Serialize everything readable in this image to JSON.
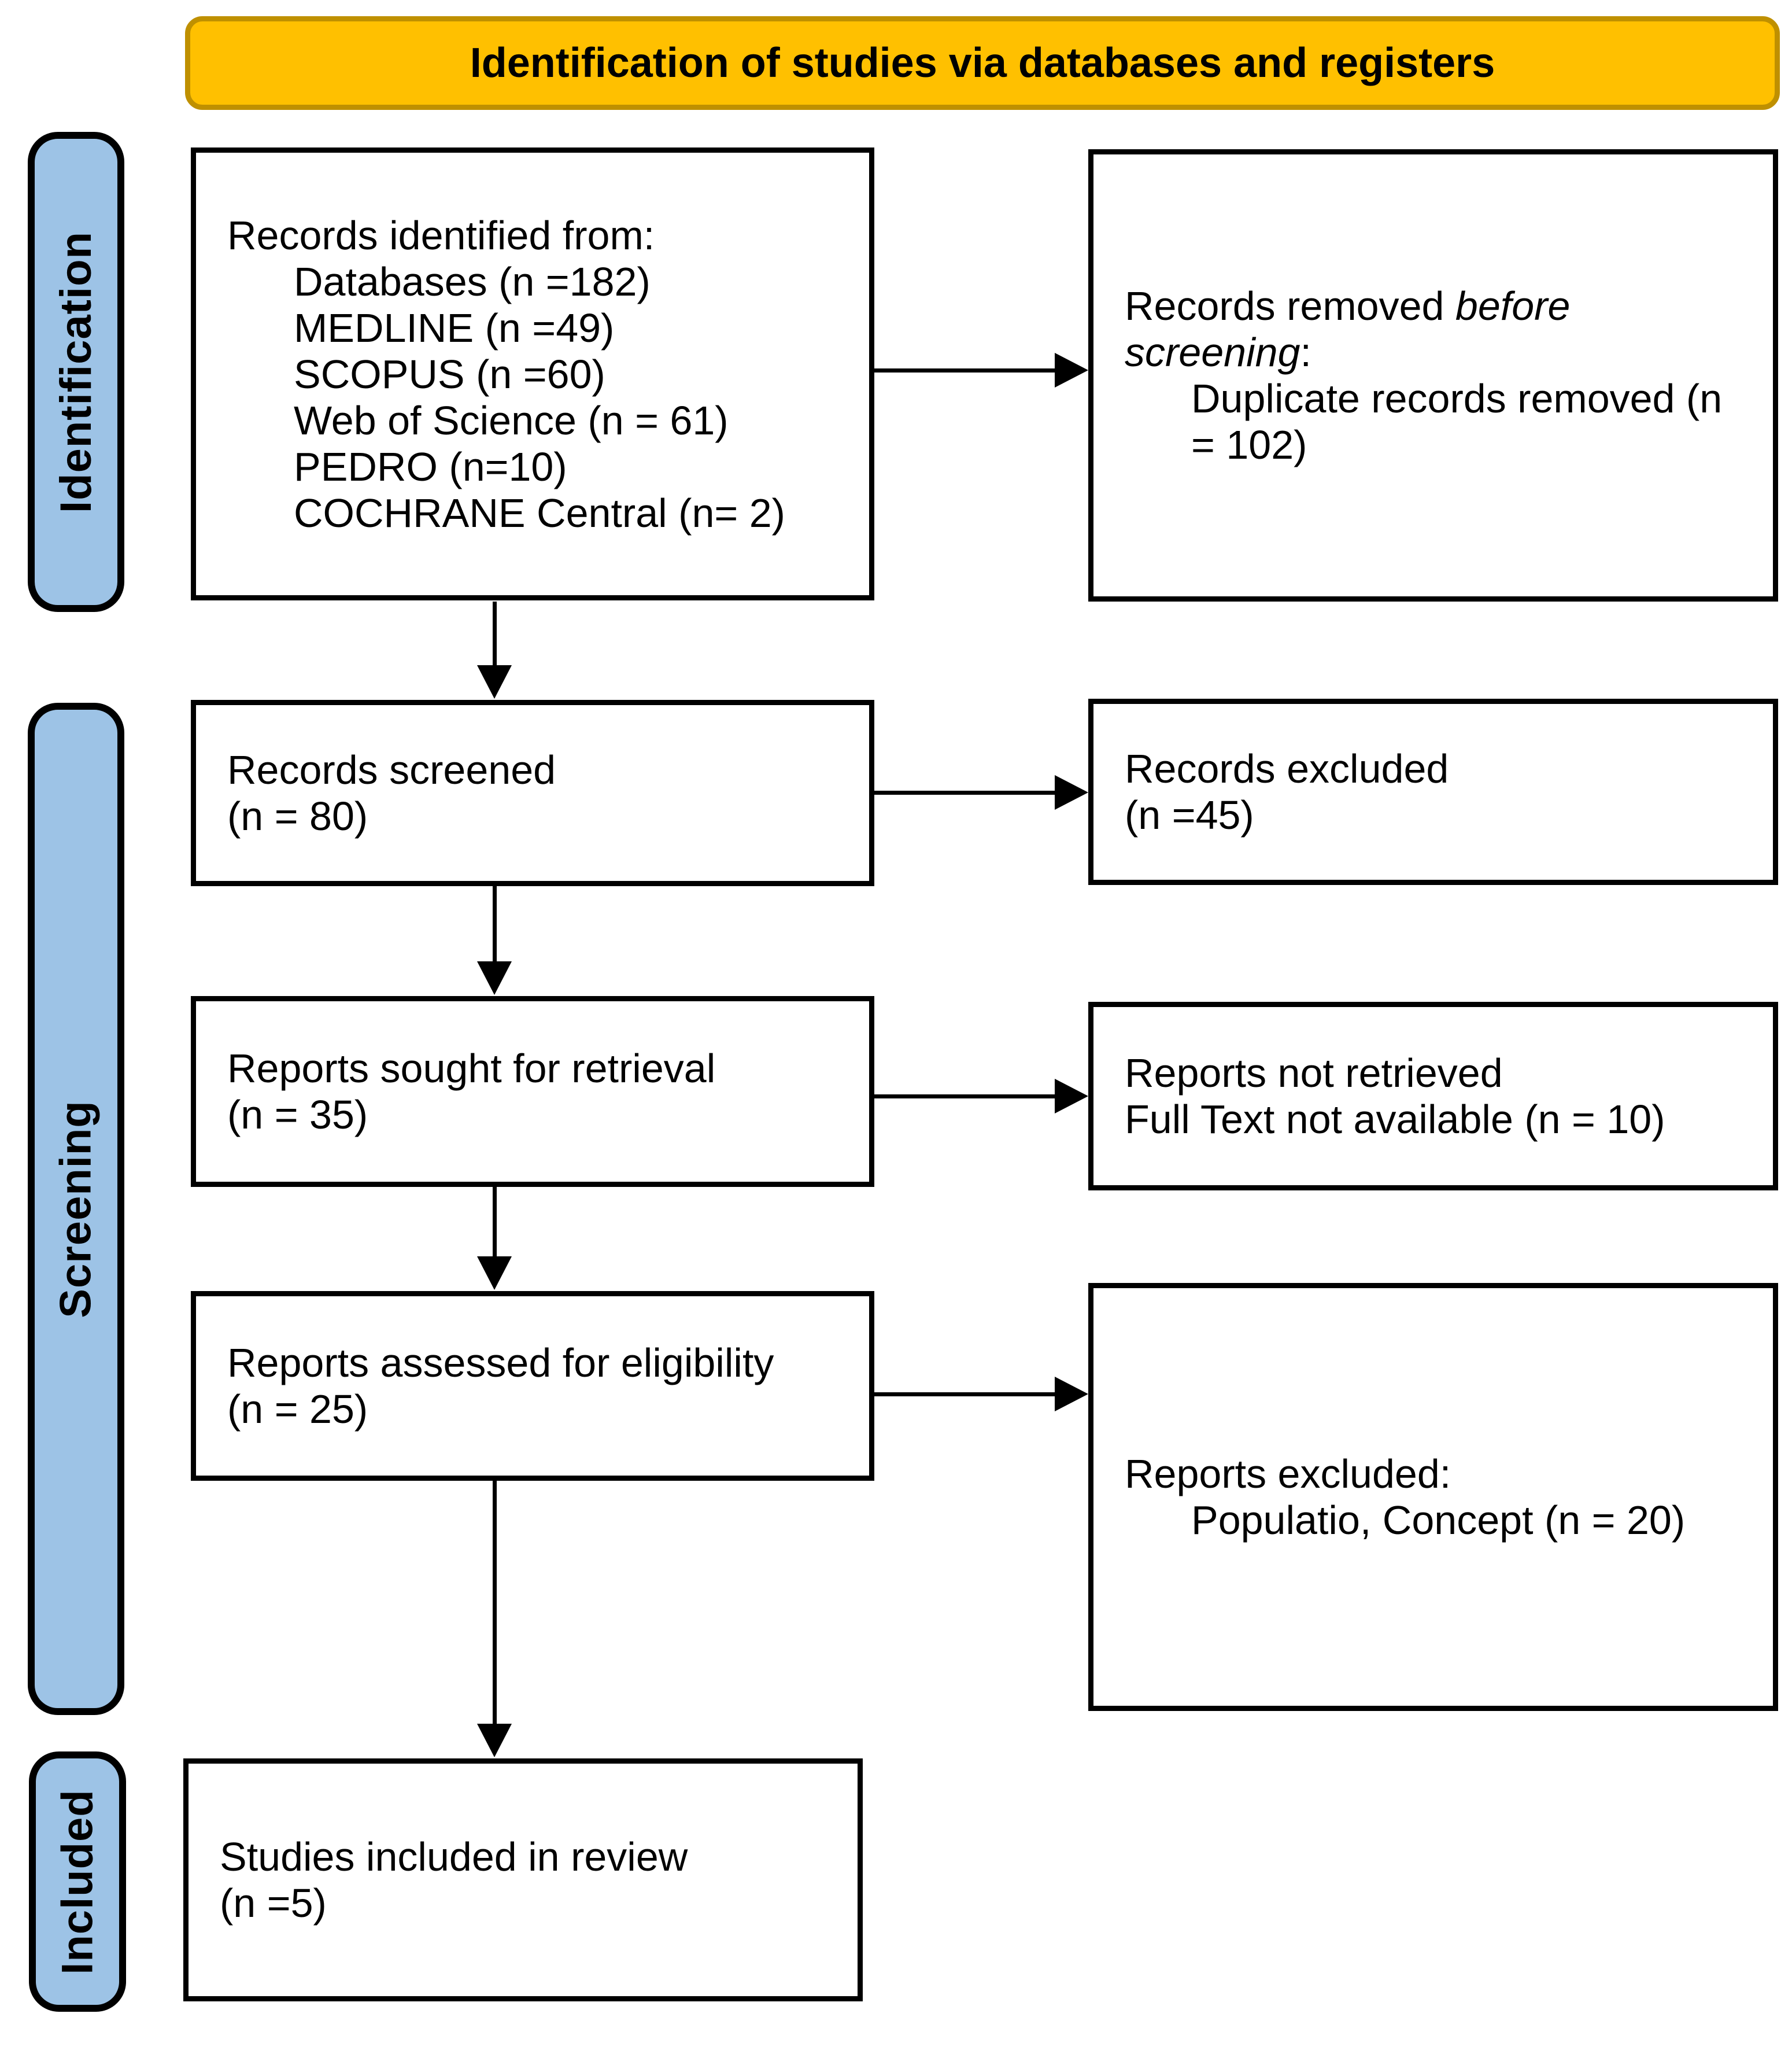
{
  "banner": {
    "title": "Identification of studies via databases and registers"
  },
  "stages": [
    {
      "label": "Identification"
    },
    {
      "label": "Screening"
    },
    {
      "label": "Included"
    }
  ],
  "colors": {
    "banner_fill": "#FFC000",
    "banner_border": "#BF9000",
    "stage_fill": "#9DC3E6",
    "stage_border": "#000000",
    "box_fill": "#FFFFFF",
    "box_border": "#000000",
    "text": "#000000"
  },
  "boxes": {
    "records_identified": {
      "line1": "Records identified from:",
      "items": [
        "Databases (n =182)",
        "MEDLINE (n =49)",
        "SCOPUS (n =60)",
        "Web of Science (n = 61)",
        "PEDRO (n=10)",
        "COCHRANE Central (n= 2)"
      ]
    },
    "records_removed": {
      "line1_normal": "Records removed ",
      "line1_italic": "before",
      "line2_italic": "screening",
      "line2_suffix": ":",
      "item_line1": "Duplicate records removed (n",
      "item_line2": "= 102)"
    },
    "records_screened": {
      "line1": "Records screened",
      "line2": "(n = 80)"
    },
    "records_excluded": {
      "line1": "Records excluded",
      "line2": "(n =45)"
    },
    "reports_sought": {
      "line1": "Reports sought for retrieval",
      "line2": "(n = 35)"
    },
    "reports_not_retrieved": {
      "line1": "Reports not retrieved",
      "line2": "Full Text not available (n = 10)"
    },
    "reports_assessed": {
      "line1": "Reports assessed for eligibility",
      "line2": "(n = 25)"
    },
    "reports_excluded": {
      "line1": "Reports excluded:",
      "item": "Populatio, Concept (n = 20)"
    },
    "studies_included": {
      "line1": "Studies included in review",
      "line2": "(n =5)"
    }
  }
}
